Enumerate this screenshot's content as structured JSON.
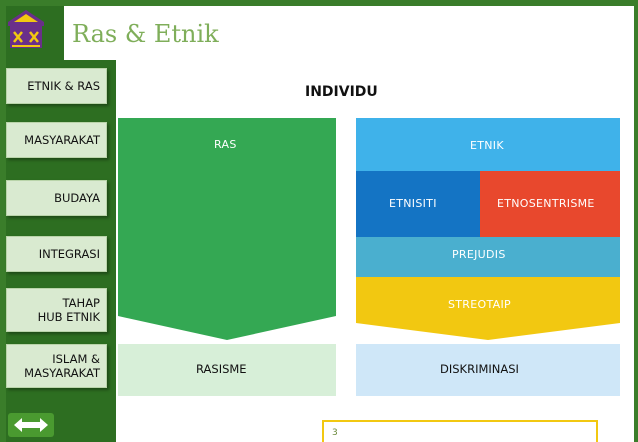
{
  "header": {
    "title": "Ras & Etnik"
  },
  "nav": [
    {
      "label": "ETNIK & RAS"
    },
    {
      "label": "MASYARAKAT"
    },
    {
      "label": "BUDAYA"
    },
    {
      "label": "INTEGRASI"
    },
    {
      "label": "TAHAP\nHUB ETNIK"
    },
    {
      "label": "ISLAM &\nMASYARAKAT"
    }
  ],
  "diagram": {
    "heading": "INDIVIDU",
    "ras": "RAS",
    "rasisme": "RASISME",
    "etnik": "ETNIK",
    "etnisiti": "ETNISITI",
    "etnosentrisme": "ETNOSENTRISME",
    "prejudis": "PREJUDIS",
    "streotaip": "STREOTAIP",
    "diskriminasi": "DISKRIMINASI"
  },
  "footer": {
    "page_number": "3"
  },
  "colors": {
    "dark_green": "#2d6e21",
    "green_block": "#34a853",
    "light_green": "#d7efd8",
    "sky_blue": "#3fb2ea",
    "royal_blue": "#1474c4",
    "orange_red": "#e8482d",
    "teal": "#4aafcf",
    "yellow": "#f2c811",
    "light_blue": "#cfe7f8"
  },
  "icons": {
    "logo": "university-logo",
    "arrows": "left-right-arrow-icon"
  }
}
